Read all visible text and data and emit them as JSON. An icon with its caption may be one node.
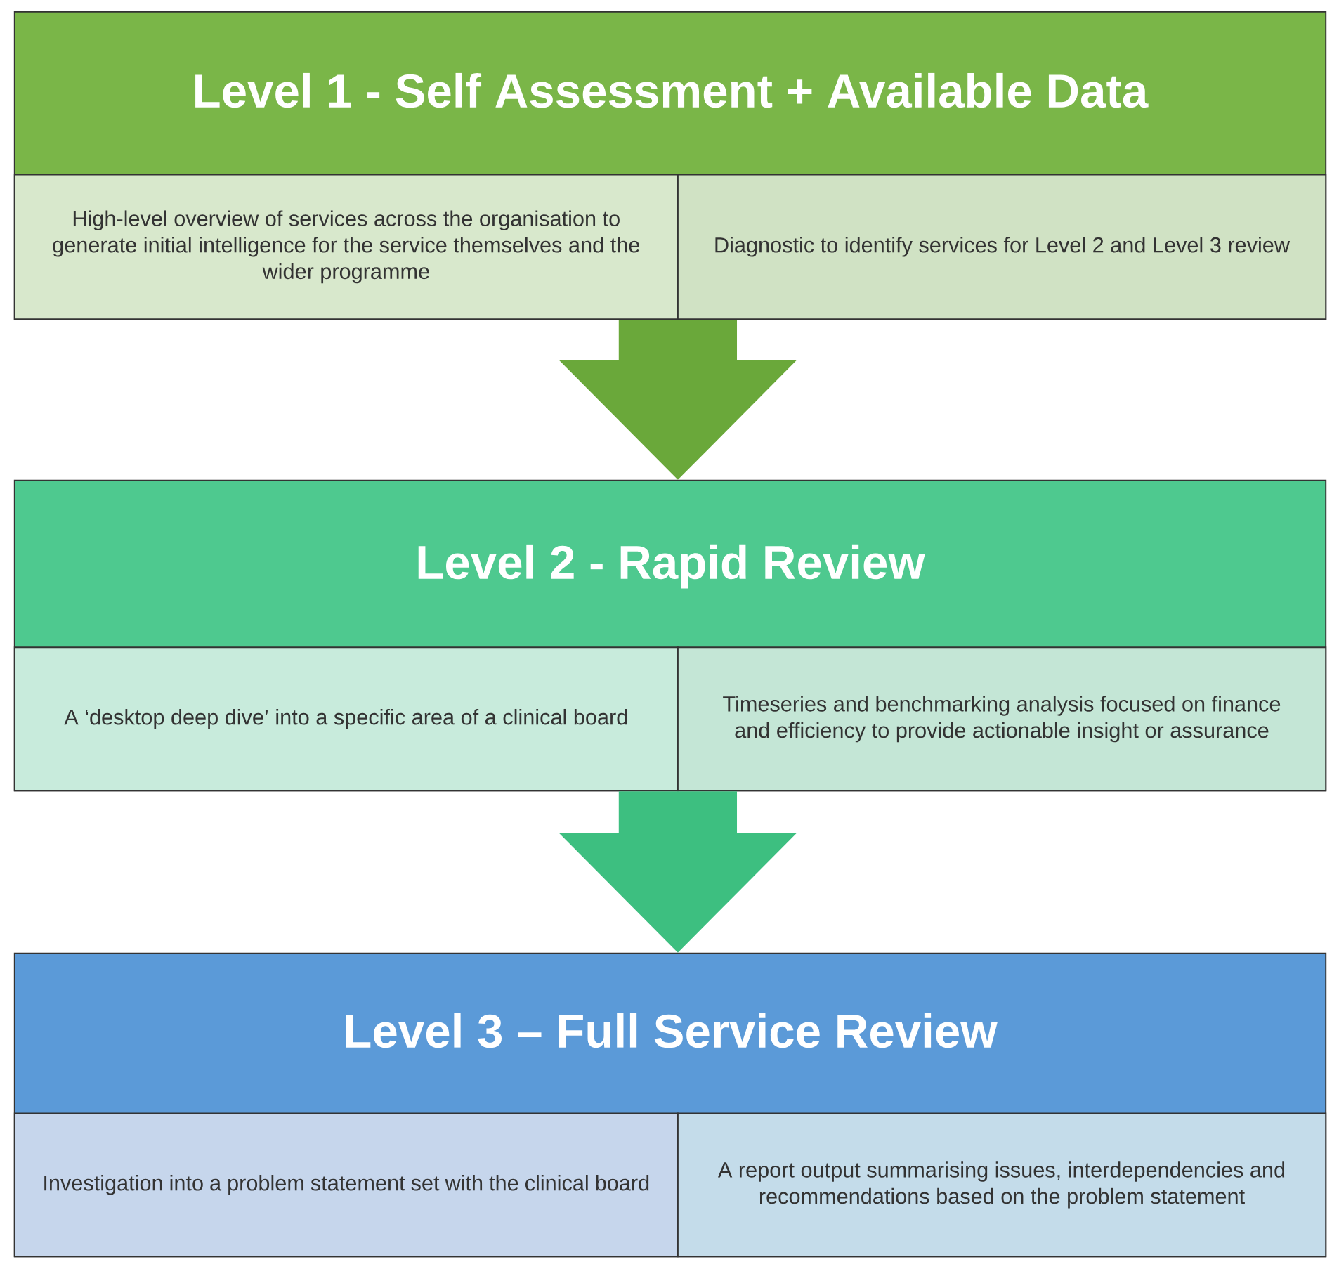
{
  "diagram": {
    "nodes": [
      {
        "text": [
          "Level 1 - Self Assessment + Available Data"
        ]
      },
      {
        "text": [
          "High-level overview of services across the organisation to generate initial intelligence for the service themselves and the wider programme"
        ],
        "in": 0
      },
      {
        "text": [
          "Diagnostic to identify services for Level 2 and Level 3 review"
        ],
        "in": 0
      },
      {
        "text": [
          "Level 2 - Rapid Review"
        ]
      },
      {
        "text": [
          "A ‘desktop deep dive’ into a specific area of a clinical board"
        ],
        "in": 3
      },
      {
        "text": [
          "Timeseries and benchmarking analysis focused on finance and efficiency to provide actionable insight or assurance"
        ],
        "in": 3
      },
      {
        "text": [
          "Level 3 – Full Service Review"
        ]
      },
      {
        "text": [
          "Investigation into a problem statement set with the clinical board"
        ],
        "in": 6
      },
      {
        "text": [
          "A report output summarising issues, interdependencies and recommendations based on the problem statement"
        ],
        "in": 6
      }
    ],
    "edges": [
      {
        "from": 0,
        "to": 3,
        "arrow": "to",
        "color": "#6aa83a"
      },
      {
        "from": 3,
        "to": 6,
        "arrow": "to",
        "color": "#3dbf80"
      }
    ]
  }
}
